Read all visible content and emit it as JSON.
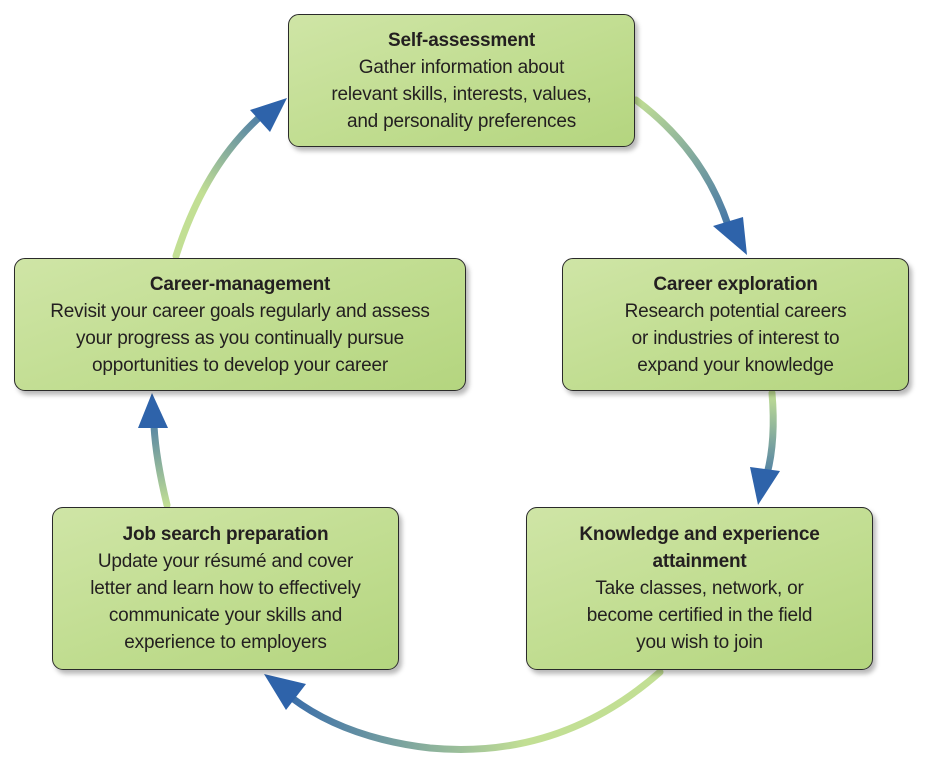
{
  "diagram": {
    "colors": {
      "box_fill": "#c3de93",
      "arrow_light": "#c2df94",
      "arrow_dark": "#2e63aa"
    },
    "stages": [
      {
        "title": "Self-assessment",
        "description": "Gather information about\nrelevant skills, interests, values,\nand personality preferences"
      },
      {
        "title": "Career exploration",
        "description": "Research potential careers\nor industries of interest to\nexpand your knowledge"
      },
      {
        "title": "Knowledge and experience\nattainment",
        "description": "Take classes, network, or\nbecome certified in the field\nyou wish to join"
      },
      {
        "title": "Job search preparation",
        "description": "Update your résumé and cover\nletter and learn how to effectively\ncommunicate your skills and\nexperience to employers"
      },
      {
        "title": "Career-management",
        "description": "Revisit your career goals regularly and assess\nyour progress as you continually pursue\nopportunities to develop your career"
      }
    ],
    "arrows": [
      {
        "from": "Self-assessment",
        "to": "Career exploration"
      },
      {
        "from": "Career exploration",
        "to": "Knowledge and experience attainment"
      },
      {
        "from": "Knowledge and experience attainment",
        "to": "Job search preparation"
      },
      {
        "from": "Job search preparation",
        "to": "Career-management"
      },
      {
        "from": "Career-management",
        "to": "Self-assessment"
      }
    ]
  }
}
